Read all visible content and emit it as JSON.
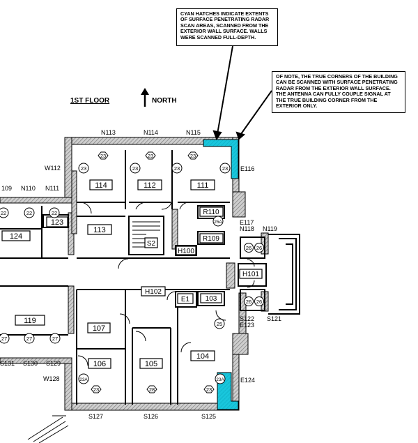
{
  "notes": {
    "cyan_hatch": "CYAN HATCHES INDICATE EXTENTS OF SURFACE PENETRATING RADAR SCAN AREAS, SCANNED FROM THE EXTERIOR WALL SURFACE. WALLS WERE SCANNED FULL-DEPTH.",
    "corners": "OF NOTE, THE TRUE CORNERS OF THE BUILDING CAN BE SCANNED WITH SURFACE PENETRATING RADAR FROM THE EXTERIOR WALL SURFACE. THE ANTENNA CAN FULLY COUPLE SIGNAL AT THE TRUE BUILDING CORNER FROM THE EXTERIOR ONLY."
  },
  "header": {
    "floor": "1ST FLOOR",
    "north": "NORTH"
  },
  "colors": {
    "scan_area": "#19c6dc",
    "wall": "#000000",
    "wall_hatch": "#9a9a9a"
  },
  "rooms": {
    "r114": "114",
    "r112": "112",
    "r111": "111",
    "r110": "R110",
    "r109": "R109",
    "r113": "113",
    "r123": "123",
    "r124": "124",
    "s2": "S2",
    "h100": "H100",
    "h101": "H101",
    "h102": "H102",
    "e1": "E1",
    "r103": "103",
    "r107": "107",
    "r119": "119",
    "r106": "106",
    "r105": "105",
    "r104": "104"
  },
  "windows": {
    "n113": "N113",
    "n114": "N114",
    "n115": "N115",
    "w112": "W112",
    "e116": "E116",
    "n109": "109",
    "n110": "N110",
    "n111": "N111",
    "e117": "E117",
    "n118": "N118",
    "n119": "N119",
    "s122": "S122",
    "e123": "E123",
    "s121": "S121",
    "s131": "S131",
    "s130": "S130",
    "s129": "S129",
    "w128": "W128",
    "e124": "E124",
    "s127": "S127",
    "s126": "S126",
    "s125": "S125"
  },
  "tags": {
    "t23": "23",
    "t22": "22",
    "t25": "25",
    "t25a": "25A",
    "t26": "26",
    "t27": "27",
    "t23a": "23A",
    "t28": "28"
  }
}
